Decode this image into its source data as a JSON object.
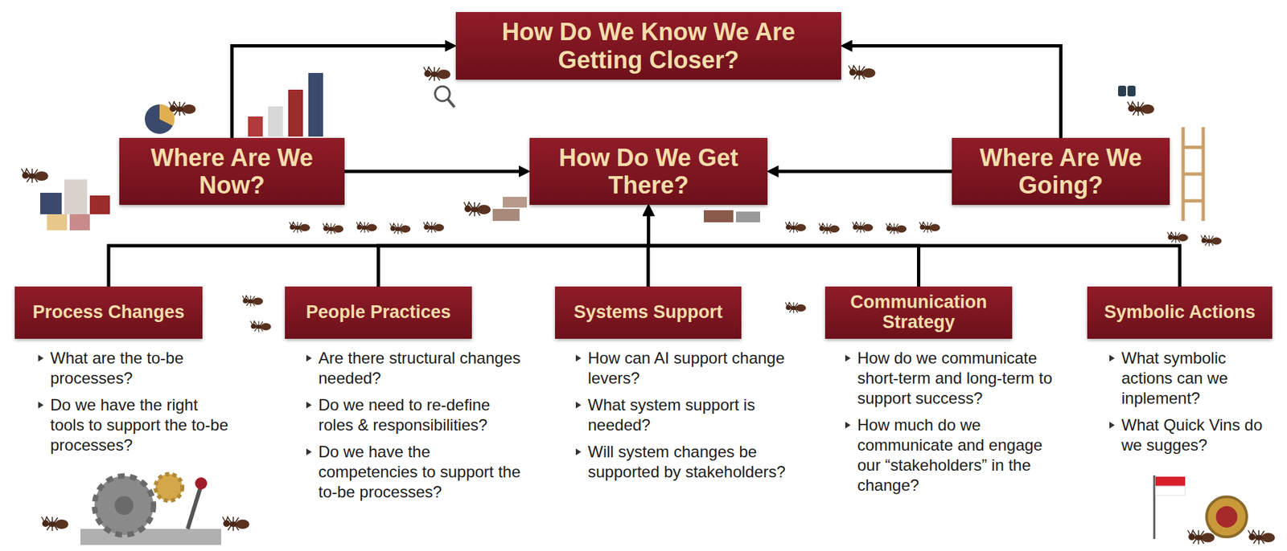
{
  "diagram": {
    "nodes": [
      {
        "text": [
          "How Do We Know We Are Getting Closer?"
        ]
      },
      {
        "text": [
          "Where Are We Now?"
        ]
      },
      {
        "text": [
          "How Do We Get There?"
        ]
      },
      {
        "text": [
          "Where Are We Going?"
        ]
      },
      {
        "text": [
          "Process Changes",
          "What are the to-be processes?",
          "Do we have the right tools to support the to-be processes?"
        ]
      },
      {
        "text": [
          "People Practices",
          "Are there structural changes needed?",
          "Do we need to re-define roles & responsibilities?",
          "Do we have the competencies to support the to-be processes?"
        ]
      },
      {
        "text": [
          "Systems Support",
          "How can AI support change levers?",
          "What system support is needed?",
          "Will system changes be supported by stakeholders?"
        ]
      },
      {
        "text": [
          "Communication Strategy",
          "How do we communicate short-term and long-term to support success?",
          "How much do we communicate and engage our “stakeholders” in the change?"
        ]
      },
      {
        "text": [
          "Symbolic Actions",
          "What symbolic actions can we inplement?",
          "What Quick Vins do we sugges?"
        ]
      }
    ],
    "edges": [
      {
        "from": 1,
        "to": 0,
        "arrow": "to"
      },
      {
        "from": 3,
        "to": 0,
        "arrow": "to"
      },
      {
        "from": 1,
        "to": 2,
        "arrow": "to"
      },
      {
        "from": 3,
        "to": 2,
        "arrow": "to"
      },
      {
        "from": 4,
        "to": 2,
        "arrow": "to"
      },
      {
        "from": 5,
        "to": 2,
        "arrow": "to"
      },
      {
        "from": 6,
        "to": 2,
        "arrow": "to"
      },
      {
        "from": 7,
        "to": 2,
        "arrow": "to"
      },
      {
        "from": 8,
        "to": 2,
        "arrow": "to"
      }
    ]
  }
}
